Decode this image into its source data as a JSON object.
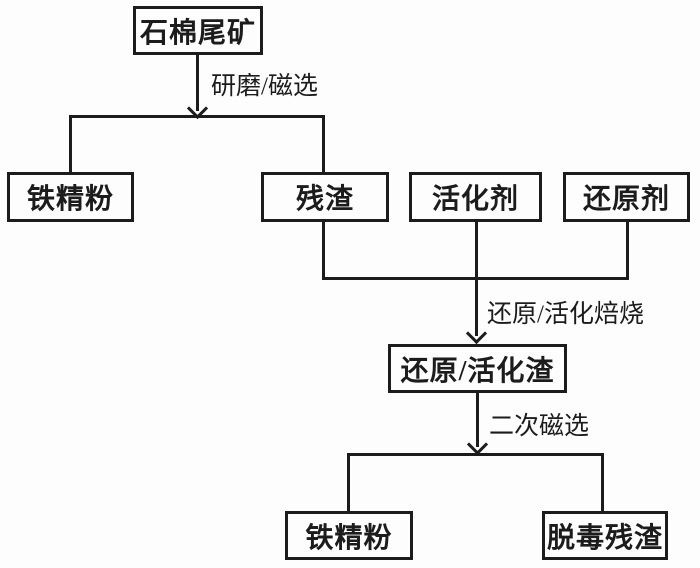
{
  "diagram": {
    "type": "flowchart",
    "colors": {
      "line": "#1c1c1c",
      "text": "#1c1c1c",
      "background": "#fdfdfd"
    },
    "nodes": {
      "asbestos_tailings": "石棉尾矿",
      "iron_concentrate_top": "铁精粉",
      "residue": "残渣",
      "activator": "活化剂",
      "reducing_agent": "还原剂",
      "reduction_activation_slag": "还原/活化渣",
      "iron_concentrate_bottom": "铁精粉",
      "detoxified_residue": "脱毒残渣"
    },
    "edge_labels": {
      "grinding_magnetic_separation": "研磨/磁选",
      "reduction_activation_roasting": "还原/活化焙烧",
      "secondary_magnetic_separation": "二次磁选"
    }
  }
}
